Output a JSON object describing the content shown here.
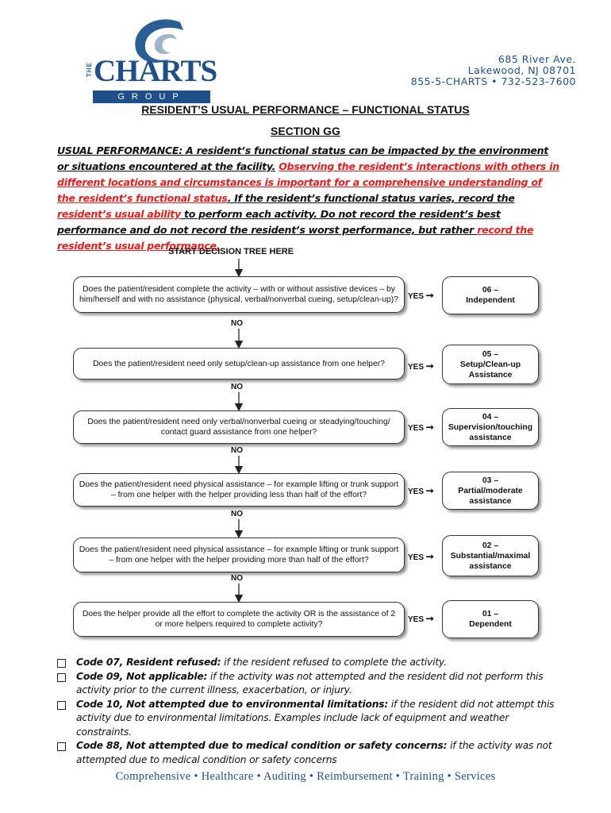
{
  "logo": {
    "the": "THE",
    "charts": "CHARTS",
    "group": "GROUP"
  },
  "address": {
    "line1": "685 River Ave.",
    "line2": "Lakewood, NJ 08701",
    "line3": "855-5-CHARTS • 732-523-7600"
  },
  "title": "RESIDENT’S USUAL PERFORMANCE – FUNCTIONAL STATUS",
  "subtitle": "SECTION GG",
  "intro": {
    "p1": "USUAL PERFORMANCE:  A resident’s functional status can be impacted by the environment or situations encountered at the facility.",
    "p2": "Observing the resident’s interactions with others in different locations and circumstances is important for a comprehensive understanding of the resident’s functional status",
    "p3": ". If the resident’s functional status varies, record the ",
    "p4": "resident’s usual ability",
    "p5": " to perform each activity. Do not record the resident’s best performance and do not record the resident’s worst performance, but rather ",
    "p6": "record the resident’s usual performance."
  },
  "start_label": "START DECISION TREE HERE",
  "yes_label": "YES",
  "no_label": "NO",
  "steps": [
    {
      "question": "Does the patient/resident complete the activity – with or without assistive devices – by him/herself and with no assistance (physical, verbal/nonverbal cueing, setup/clean-up)?",
      "code": "06 –",
      "outcome": "Independent"
    },
    {
      "question": "Does the patient/resident need only setup/clean-up assistance from one helper?",
      "code": "05 –",
      "outcome": "Setup/Clean-up Assistance"
    },
    {
      "question": "Does the patient/resident need only verbal/nonverbal cueing or steadying/touching/ contact guard assistance from one helper?",
      "code": "04 –",
      "outcome": "Supervision/touching assistance"
    },
    {
      "question": "Does the patient/resident need physical assistance – for example lifting or trunk support – from one helper with the helper providing less than half of the effort?",
      "code": "03 –",
      "outcome": "Partial/moderate assistance"
    },
    {
      "question": "Does the patient/resident need physical assistance – for example lifting or trunk support – from one helper with the helper providing more than half of the effort?",
      "code": "02 –",
      "outcome": "Substantial/maximal assistance"
    },
    {
      "question": "Does the helper provide all the effort to complete the activity OR is the assistance of 2 or more helpers required to complete activity?",
      "code": "01 –",
      "outcome": "Dependent"
    }
  ],
  "codes": [
    {
      "label": "Code 07, Resident refused:",
      "text": " if the resident refused to complete the activity."
    },
    {
      "label": "Code 09, Not applicable:",
      "text": " if the activity was not attempted and the resident did not perform this activity prior to the current illness, exacerbation, or injury."
    },
    {
      "label": "Code 10, Not attempted due to environmental limitations:",
      "text": " if the resident did not attempt this activity due to environmental limitations. Examples include lack of equipment and weather constraints."
    },
    {
      "label": "Code 88, Not attempted due to medical condition or safety concerns:",
      "text": " if the activity was not attempted due to medical condition or safety concerns"
    }
  ],
  "footer": {
    "w1": "Comprehensive",
    "w2": "Healthcare",
    "w3": "Auditing",
    "w4": "Reimbursement",
    "w5": "Training",
    "w6": "Services"
  },
  "colors": {
    "brand": "#1f4f88",
    "highlight": "#e02020"
  }
}
